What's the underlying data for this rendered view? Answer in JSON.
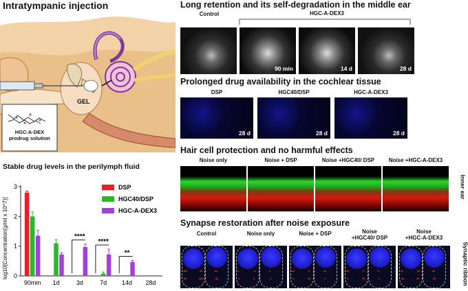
{
  "left": {
    "title": "Intratympanic injection",
    "gel_label": "GEL",
    "prodrug_line1": "HGC-A-DEX",
    "prodrug_line2": "prodrug solution",
    "chart_title": "Stable drug levels in the perilymph fluid"
  },
  "chart_data": {
    "type": "bar",
    "categories": [
      "90min",
      "1d",
      "3d",
      "7d",
      "14d",
      "28d"
    ],
    "ylabel": "log10[Concentration(g/ml x 10^7)]",
    "ylim": [
      0,
      3
    ],
    "yticks": [
      "0",
      "1",
      "2",
      "3"
    ],
    "series": [
      {
        "name": "DSP",
        "color": "#ee1c24",
        "values": [
          2.8,
          0,
          0,
          0,
          0,
          0
        ],
        "err": [
          0.05,
          0,
          0,
          0,
          0,
          0
        ]
      },
      {
        "name": "HGC40/DSP",
        "color": "#2db52d",
        "values": [
          2.0,
          1.1,
          0,
          0.08,
          0,
          0
        ],
        "err": [
          0.15,
          0.12,
          0,
          0.05,
          0,
          0
        ]
      },
      {
        "name": "HGC-A-DEX3",
        "color": "#a53fdc",
        "values": [
          1.35,
          0.72,
          0.97,
          0.72,
          0.47,
          0
        ],
        "err": [
          0.18,
          0.06,
          0.1,
          0.18,
          0.05,
          0
        ]
      }
    ],
    "annotations": [
      {
        "text": "****",
        "category": "3d"
      },
      {
        "text": "****",
        "category": "7d"
      },
      {
        "text": "**",
        "category": "14d"
      }
    ]
  },
  "right": {
    "mri": {
      "title": "Long retention and its self-degradation in the middle ear",
      "control_label": "Control",
      "group_label": "HGC-A-DEX3",
      "times": [
        "90 min",
        "14 d",
        "28 d"
      ]
    },
    "cochlea": {
      "title": "Prolonged drug availability in the cochlear tissue",
      "labels": [
        "DSP",
        "HGC40/DSP",
        "HGC-A-DEX3"
      ],
      "time": "28 d"
    },
    "hair": {
      "title": "Hair cell protection and no harmful effects",
      "labels": [
        "Noise only",
        "Noise + DSP",
        "Noise +HGC40/ DSP",
        "Noise +HGC-A-DEX3"
      ],
      "side_line1": "Inner",
      "side_line2": "ear"
    },
    "synapse": {
      "title": "Synapse restoration after noise exposure",
      "labels": [
        "Control",
        "Noise only",
        "Noise + DSP",
        "Noise\n+HGC40/ DSP",
        "Noise\n+HGC-A-DEX3"
      ],
      "side_line1": "Synaptic",
      "side_line2": "ribbon"
    }
  }
}
